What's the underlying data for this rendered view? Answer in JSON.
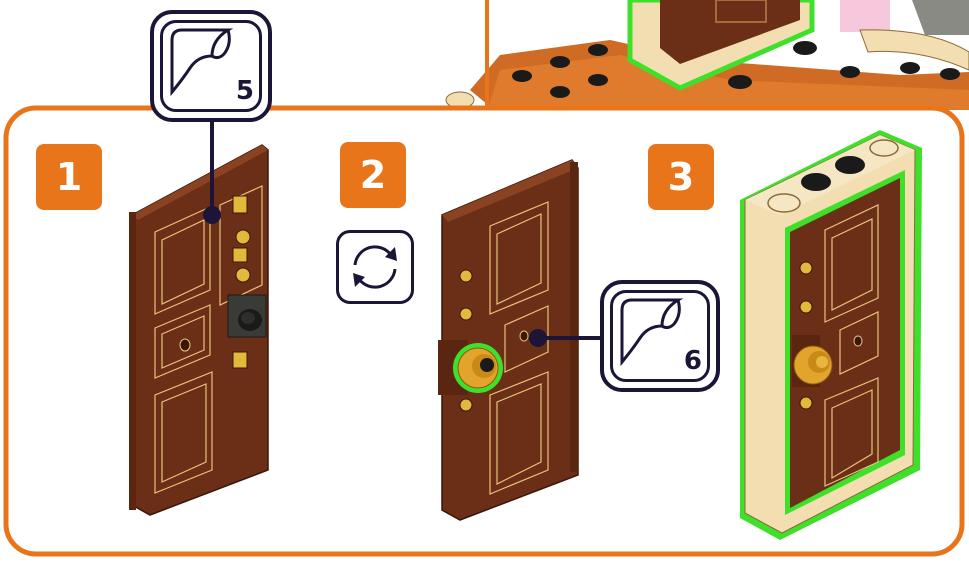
{
  "steps": [
    {
      "number": "1"
    },
    {
      "number": "2"
    },
    {
      "number": "3"
    }
  ],
  "stickers": [
    {
      "number": "5"
    },
    {
      "number": "6"
    }
  ],
  "icons": {
    "rotate": "rotate-icon",
    "sticker": "sticker-icon"
  },
  "colors": {
    "frame": "#e8751a",
    "step_badge": "#e8751a",
    "highlight": "#3ee02a",
    "outline": "#1c1537",
    "door": "#6b2f17",
    "tan": "#f3deb1",
    "gold": "#e3a42c"
  }
}
